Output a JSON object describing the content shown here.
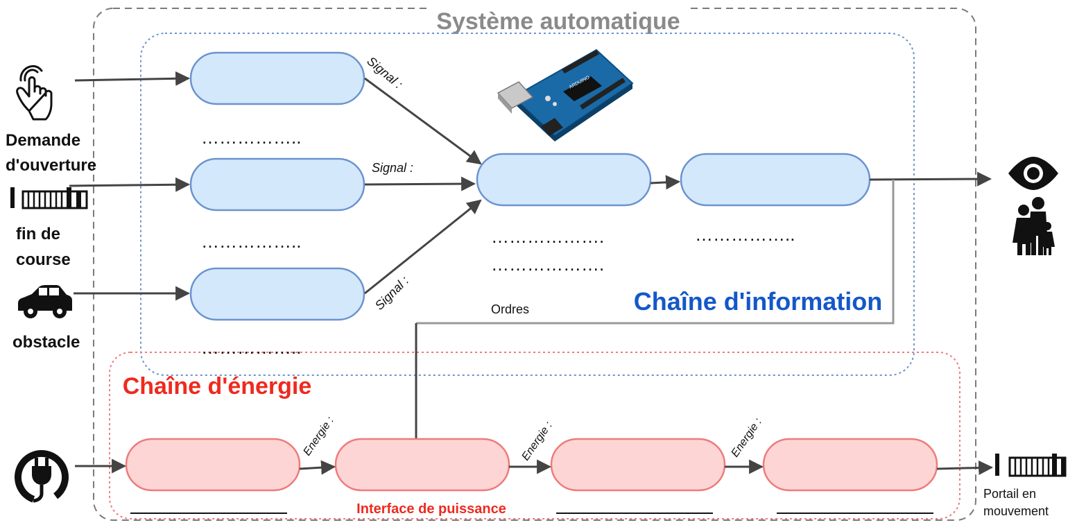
{
  "title": "Système automatique",
  "info_chain": {
    "label": "Chaîne d'information",
    "signal_labels": [
      "Signal :",
      "Signal :",
      "Signal :"
    ],
    "orders_label": "Ordres",
    "dots": "……………..",
    "dots_long": "………………."
  },
  "energy_chain": {
    "label": "Chaîne d'énergie",
    "energy_labels": [
      "Energie :",
      "Energie :",
      "Energie :"
    ],
    "interface_label": "Interface de puissance"
  },
  "inputs": {
    "demand": "Demande d'ouverture",
    "demand_line1": "Demande",
    "demand_line2": "d'ouverture",
    "end_stop_line1": "fin de",
    "end_stop_line2": "course",
    "obstacle": "obstacle"
  },
  "output": {
    "line1": "Portail en",
    "line2": "mouvement"
  },
  "colors": {
    "info_fill": "#d4e8fb",
    "info_stroke": "#6b93cf",
    "energy_fill": "#fdd5d5",
    "energy_stroke": "#ee7b7b",
    "info_title": "#1457c9",
    "energy_title": "#ee2a1f",
    "outer_border": "#7a7a7a",
    "title_color": "#8a8a8a"
  },
  "icons": [
    "hand-pointer-icon",
    "gate-icon",
    "car-icon",
    "power-plug-icon",
    "eye-icon",
    "family-icon",
    "arduino-board-icon"
  ]
}
